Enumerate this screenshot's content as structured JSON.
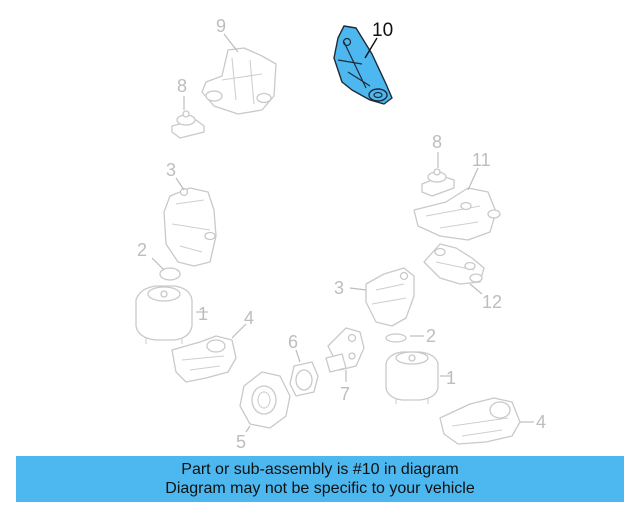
{
  "diagram": {
    "highlighted_part": "10",
    "colors": {
      "highlight": "#4db8f0",
      "outline": "#c9c9c9",
      "callout": "#bdbdbd",
      "highlight_callout": "#111111"
    },
    "callouts": [
      {
        "id": "c-9a",
        "label": "9"
      },
      {
        "id": "c-10",
        "label": "10"
      },
      {
        "id": "c-8a",
        "label": "8"
      },
      {
        "id": "c-3a",
        "label": "3"
      },
      {
        "id": "c-2a",
        "label": "2"
      },
      {
        "id": "c-1a",
        "label": "1"
      },
      {
        "id": "c-4a",
        "label": "4"
      },
      {
        "id": "c-6",
        "label": "6"
      },
      {
        "id": "c-5",
        "label": "5"
      },
      {
        "id": "c-7",
        "label": "7"
      },
      {
        "id": "c-8b",
        "label": "8"
      },
      {
        "id": "c-11",
        "label": "11"
      },
      {
        "id": "c-3b",
        "label": "3"
      },
      {
        "id": "c-12",
        "label": "12"
      },
      {
        "id": "c-2b",
        "label": "2"
      },
      {
        "id": "c-1b",
        "label": "1"
      },
      {
        "id": "c-4b",
        "label": "4"
      }
    ]
  },
  "banner": {
    "line1": "Part or sub-assembly is #10 in diagram",
    "line2": "Diagram may not be specific to your vehicle"
  }
}
